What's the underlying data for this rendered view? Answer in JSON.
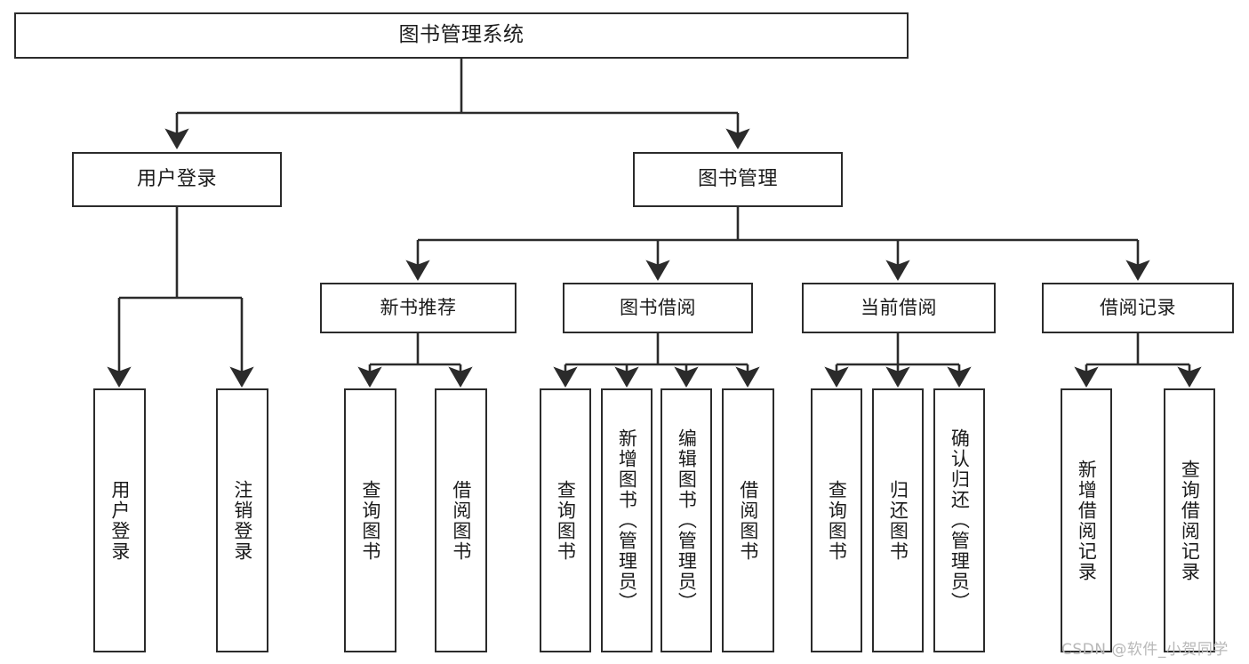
{
  "diagram": {
    "title": "图书管理系统",
    "type": "tree-hierarchy-diagram",
    "watermark": "CSDN @软件_小贺同学",
    "stroke_color": "#2b2b2b",
    "fill_color": "#ffffff",
    "text_color": "#1b1b1b",
    "watermark_color": "#b8b8b8"
  },
  "nodes": {
    "root": {
      "label": "图书管理系统"
    },
    "level2": [
      {
        "id": "user-login",
        "label": "用户登录"
      },
      {
        "id": "book-management",
        "label": "图书管理"
      }
    ],
    "level3": [
      {
        "id": "new-book-recommend",
        "label": "新书推荐"
      },
      {
        "id": "book-borrow",
        "label": "图书借阅"
      },
      {
        "id": "current-borrow",
        "label": "当前借阅"
      },
      {
        "id": "borrow-record",
        "label": "借阅记录"
      }
    ],
    "leaves": {
      "user-login": [
        {
          "id": "leaf-user-login",
          "label": "用户登录"
        },
        {
          "id": "leaf-logout",
          "label": "注销登录"
        }
      ],
      "new-book-recommend": [
        {
          "id": "leaf-query-book-1",
          "label": "查询图书"
        },
        {
          "id": "leaf-borrow-book-1",
          "label": "借阅图书"
        }
      ],
      "book-borrow": [
        {
          "id": "leaf-query-book-2",
          "label": "查询图书"
        },
        {
          "id": "leaf-add-book",
          "label": "新增图书（管理员）"
        },
        {
          "id": "leaf-edit-book",
          "label": "编辑图书（管理员）"
        },
        {
          "id": "leaf-borrow-book-2",
          "label": "借阅图书"
        }
      ],
      "current-borrow": [
        {
          "id": "leaf-query-book-3",
          "label": "查询图书"
        },
        {
          "id": "leaf-return-book",
          "label": "归还图书"
        },
        {
          "id": "leaf-confirm-return",
          "label": "确认归还（管理员）"
        }
      ],
      "borrow-record": [
        {
          "id": "leaf-add-record",
          "label": "新增借阅记录"
        },
        {
          "id": "leaf-query-record",
          "label": "查询借阅记录"
        }
      ]
    }
  }
}
